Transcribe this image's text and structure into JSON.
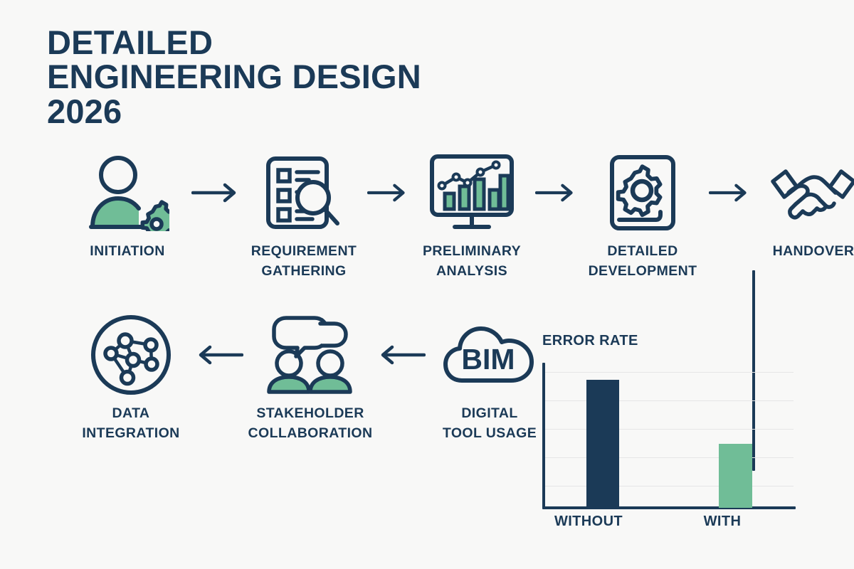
{
  "title": {
    "line1": "DETAILED",
    "line2": "ENGINEERING DESIGN",
    "line3": "2026"
  },
  "colors": {
    "background": "#f8f8f7",
    "navy": "#1b3a57",
    "green": "#70bd97",
    "gridline": "#e6e6e6"
  },
  "flow": {
    "row_one": [
      {
        "icon": "person-gear-icon",
        "label": "INITIATION"
      },
      {
        "icon": "checklist-magnifier-icon",
        "label": "REQUIREMENT\nGATHERING"
      },
      {
        "icon": "monitor-chart-icon",
        "label": "PRELIMINARY\nANALYSIS"
      },
      {
        "icon": "document-gear-icon",
        "label": "DETAILED\nDEVELOPMENT"
      },
      {
        "icon": "handshake-icon",
        "label": "HANDOVER"
      }
    ],
    "row_two": [
      {
        "icon": "network-nodes-circle-icon",
        "label": "DATA\nINTEGRATION"
      },
      {
        "icon": "people-speech-bubbles-icon",
        "label": "STAKEHOLDER\nCOLLABORATION"
      },
      {
        "icon": "cloud-bim-icon",
        "label": "DIGITAL\nTOOL USAGE",
        "badge": "BIM"
      }
    ],
    "arrow_right": "arrow-right-icon",
    "arrow_left": "arrow-left-icon"
  },
  "chart_data": {
    "type": "bar",
    "title": "ERROR RATE",
    "categories": [
      "WITHOUT",
      "WITH"
    ],
    "values": [
      88,
      44
    ],
    "colors": [
      "#1b3a57",
      "#70bd97"
    ],
    "xlabel": "",
    "ylabel": "",
    "ylim": [
      0,
      100
    ],
    "grid": true,
    "gridline_count": 5,
    "tick_labels": [],
    "legend": "none"
  }
}
